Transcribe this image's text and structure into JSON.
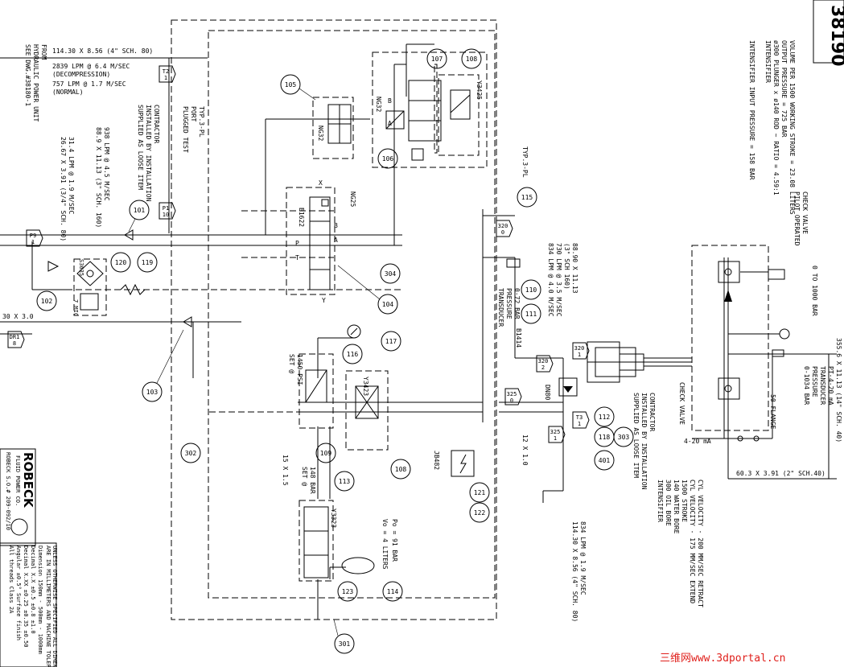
{
  "drawing": {
    "number": "38190",
    "company_name": "ROBECK",
    "company_sub": "FLUID POWER CO.",
    "so_number": "ROBECK S.O.# 209-092/10",
    "watermark": "三维网www.3dportal.cn"
  },
  "notes": {
    "hpu_source": [
      "FROM",
      "HYDRAULIC POWER UNIT",
      "SEE DWG.#38180-1"
    ],
    "main_pipe": "114.30 X 8.56 (4\" SCH. 80)",
    "flow_decompression": [
      "2839 LPM @ 6.4 M/SEC",
      "(DECOMPRESSION)"
    ],
    "flow_normal": [
      "757 LPM @ 1.7 M/SEC",
      "(NORMAL)"
    ],
    "supplied_loose_1": [
      "SUPPLIED AS LOOSE ITEM",
      "INSTALLED BY INSTALLATION",
      "CONTRACTOR"
    ],
    "pipe_89": [
      "88.9 X 11.13 (3\" SCH. 160)",
      "938 LPM @ 4.5 M/SEC"
    ],
    "pipe_26": [
      "26.67 X 3.91 (3/4\" SCH. 80)",
      "31.4 LPM @ 1.9 M/SEC"
    ],
    "plugged_test_port": [
      "PLUGGED TEST",
      "PORT",
      "TYP.3-PL"
    ],
    "typ_3pl": "TYP.3-PL",
    "pipe_30": "30 X 3.0",
    "pipe_88_right": [
      "88.90 X 11.13",
      "(3\" SCH 160)",
      "730 LPM @ 3.5 M/SEC",
      "834 LPM @ 4.0 M/SEC"
    ],
    "transducer_1": [
      "0-72 BAR",
      "PRESSURE",
      "TRANSDUCER"
    ],
    "set_1450": [
      "SET @",
      "1450 PSI"
    ],
    "set_148": [
      "SET @",
      "148 BAR"
    ],
    "pipe_15": "15 X 1.5",
    "accumulator": [
      "Vo = 4 LITERS",
      "Po = 91 BAR"
    ],
    "pipe_12": "12 X 1.0",
    "supplied_loose_2": [
      "SUPPLIED AS LOOSE ITEM",
      "INSTALLED BY INSTALLATION",
      "CONTRACTOR"
    ],
    "intensifier_left": [
      "INTENSIFIER",
      "300 OIL BORE",
      "140 WATER BORE",
      "1500 STROKE",
      "CYL VELOCITY - 175 MM/SEC EXTEND",
      "CYL VELOCITY - 200 MM/SEC RETRACT"
    ],
    "pipe_114_lower": [
      "114.30 X 8.56 (4\" SCH. 80)",
      "834 LPM @ 1.9 M/SEC"
    ],
    "intensifier_top": [
      "INTENSIFIER INPUT PRESSURE = 158 BAR",
      "",
      "INTENSIFIER",
      "ø300 PLUNGER x ø140 ROD ~ RATIO = 4.59:1",
      "OUTPUT PRESSURE = 725 BAR",
      "VOLUME PER 1500 WORKING STROKE = 23.08 LITERS"
    ],
    "pilot_check": [
      "PILOT OPERATED",
      "CHECK VALVE"
    ],
    "gauge_range": "0 TO 1000 BAR",
    "pipe_355": "355.6 X 11.13 (14\" SCH. 40)",
    "signal_420_a": "4-20 mA",
    "transducer_2": [
      "0-1034 BAR",
      "PRESSURE",
      "TRANSDUCER",
      "PT-"
    ],
    "flange_50": "50 FLANGE",
    "check_valve": "CHECK VALVE",
    "signal_420_b": "4-20 mA",
    "pipe_60": "60.3 X 3.91 (2\" SCH.40)",
    "dn80": "DN80",
    "title_block": [
      "UNLESS OTHERWISE SPECIFIED ALL DIMEN",
      "ARE IN MILLIMETERS AND MACHINE TOLERANCE",
      "Dimension  150mm - 500mm - 1000mm",
      "Decimal X.X   ±0.5  ±0.8  ±1.0",
      "Decimal X.XX  ±0.25 ±0.35 ±0.50",
      "Angular  ±0.5°   Surface finish",
      "All threads Class 2A"
    ]
  },
  "valves": {
    "ng32": "NG32",
    "ng32_b": "NG32",
    "ng25": "NG25",
    "b1622": "B1622",
    "y3425": "Y3425",
    "y3423": "Y3423",
    "y3323": "Y3323",
    "b1414": "B1414",
    "jb482": "JB482",
    "s3635": "S3635",
    "seven_mic": "7 MIC"
  },
  "ports": {
    "a": "A",
    "b": "B",
    "p": "P",
    "t": "T",
    "x": "X",
    "y": "Y",
    "a_b": "A",
    "b_b": "B",
    "fl_a": "A",
    "fl_b": "B"
  },
  "callouts": {
    "c105": "105",
    "c106": "106",
    "c107": "107",
    "c108": "108",
    "c101": "101",
    "c104": "104",
    "c304": "304",
    "c120": "120",
    "c119": "119",
    "c102": "102",
    "c103": "103",
    "c115": "115",
    "c110": "110",
    "c111": "111",
    "c117": "117",
    "c116": "116",
    "c109": "109",
    "c302": "302",
    "c108b": "108",
    "c113": "113",
    "c123": "123",
    "c114": "114",
    "c121": "121",
    "c122": "122",
    "c112": "112",
    "c118": "118",
    "c303": "303",
    "c401": "401",
    "c301": "301"
  },
  "tags": {
    "t2": [
      "T2",
      "1"
    ],
    "p1": [
      "P1",
      "10"
    ],
    "p9": [
      "P9",
      "1"
    ],
    "dr1": [
      "DR1",
      "8"
    ],
    "t_320_0": [
      "320",
      "0"
    ],
    "t_320_1": [
      "320",
      "1"
    ],
    "t_320_2": [
      "320",
      "2"
    ],
    "t_325_0": [
      "325",
      "0"
    ],
    "t_325_1": [
      "325",
      "1"
    ],
    "t3": [
      "T3",
      "1"
    ]
  }
}
